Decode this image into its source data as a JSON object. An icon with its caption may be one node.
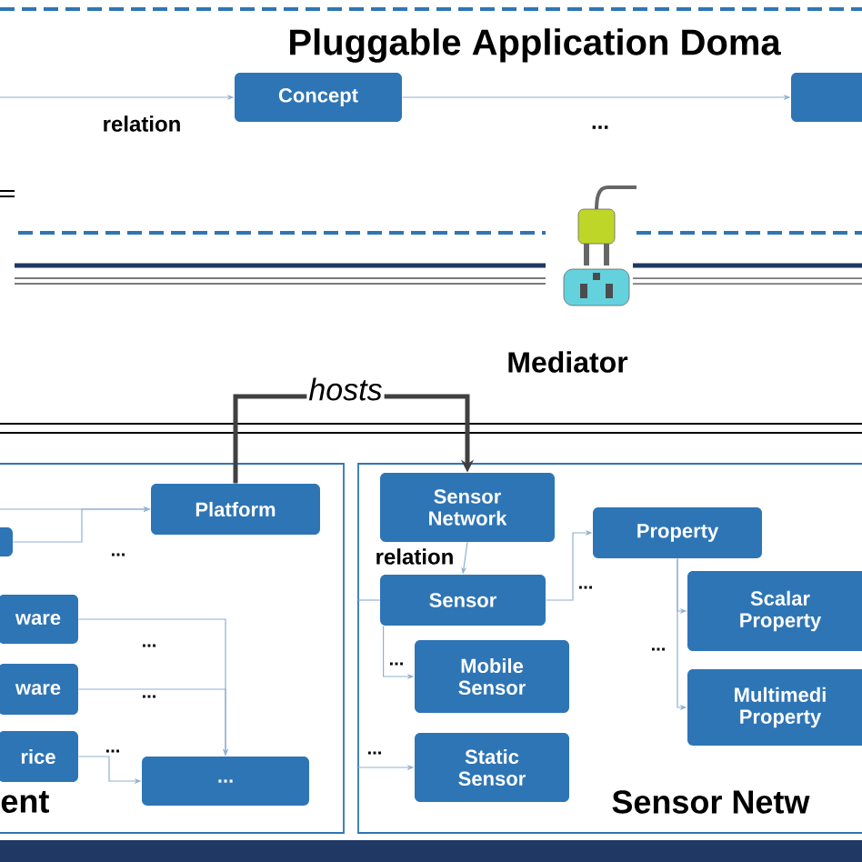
{
  "diagram": {
    "title": "Pluggable Application Doma",
    "nodes": [
      {
        "text": [
          "Concept"
        ]
      },
      {
        "text": [],
        "shape": "box"
      },
      {
        "text": [
          "ent"
        ]
      },
      {
        "text": [
          "Platform"
        ],
        "in": 2
      },
      {
        "text": [],
        "shape": "box",
        "in": 2
      },
      {
        "text": [
          "ware"
        ],
        "in": 2
      },
      {
        "text": [
          "ware"
        ],
        "in": 2
      },
      {
        "text": [
          "rice"
        ],
        "in": 2
      },
      {
        "text": [
          "..."
        ],
        "in": 2
      },
      {
        "text": [
          "Sensor Netw"
        ]
      },
      {
        "text": [
          "Sensor Network"
        ],
        "in": 9
      },
      {
        "text": [
          "Sensor"
        ],
        "in": 9
      },
      {
        "text": [
          "Property"
        ],
        "in": 9
      },
      {
        "text": [
          "Mobile Sensor"
        ],
        "in": 9
      },
      {
        "text": [
          "Static Sensor"
        ],
        "in": 9
      },
      {
        "text": [
          "Scalar Property"
        ],
        "in": 9
      },
      {
        "text": [
          "Multimedi Property"
        ],
        "in": 9
      }
    ],
    "edges": [
      {
        "from": null,
        "to": 0,
        "arrow": "to"
      },
      {
        "from": 0,
        "to": 1,
        "arrow": "to"
      },
      {
        "from": 4,
        "to": 3,
        "arrow": "to"
      },
      {
        "from": 5,
        "to": 8,
        "arrow": "to"
      },
      {
        "from": 6,
        "to": 8,
        "arrow": "to"
      },
      {
        "from": 7,
        "to": 8,
        "arrow": "to"
      },
      {
        "from": 3,
        "to": 10,
        "arrow": "to",
        "label": "hosts",
        "style": "thick",
        "color": "#404040"
      },
      {
        "from": 10,
        "to": 11,
        "arrow": "to",
        "label": "relation"
      },
      {
        "from": 11,
        "to": 12,
        "arrow": "to"
      },
      {
        "from": 11,
        "to": 13,
        "arrow": "to"
      },
      {
        "from": null,
        "to": 14,
        "arrow": "to"
      },
      {
        "from": 12,
        "to": 15,
        "arrow": "to"
      },
      {
        "from": 12,
        "to": 16,
        "arrow": "to"
      },
      {
        "from": null,
        "to": 11,
        "arrow": "none"
      },
      {
        "from": null,
        "to": 3,
        "arrow": "to"
      }
    ],
    "labels": [
      "relation",
      "...",
      "Mediator",
      "...",
      "...",
      "...",
      "...",
      "...",
      "...",
      "...",
      "..."
    ]
  }
}
